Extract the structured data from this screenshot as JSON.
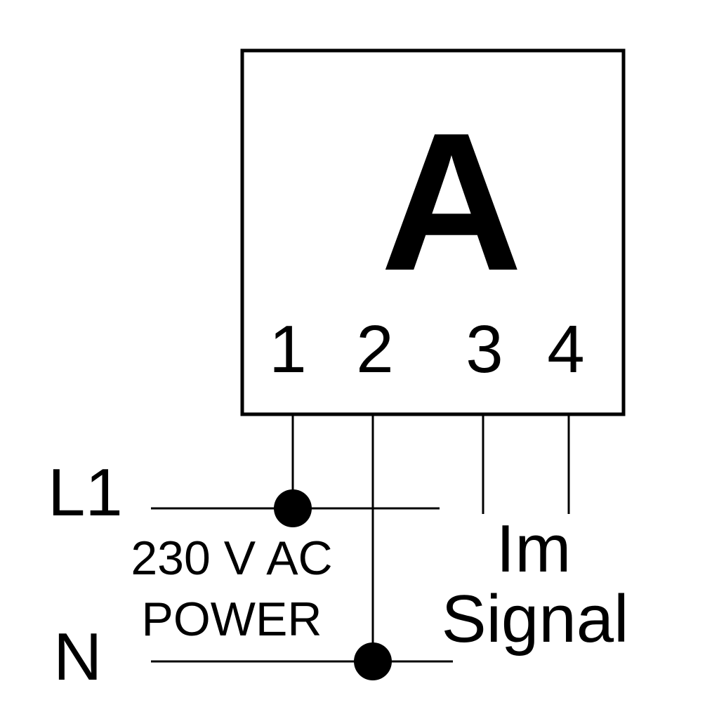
{
  "module": {
    "letter": "A",
    "terminals": [
      "1",
      "2",
      "3",
      "4"
    ]
  },
  "lines": {
    "line_label": "L1",
    "neutral_label": "N",
    "supply_voltage": "230 V AC",
    "supply_label": "POWER"
  },
  "signal": {
    "line1": "Im",
    "line2": "Signal"
  }
}
